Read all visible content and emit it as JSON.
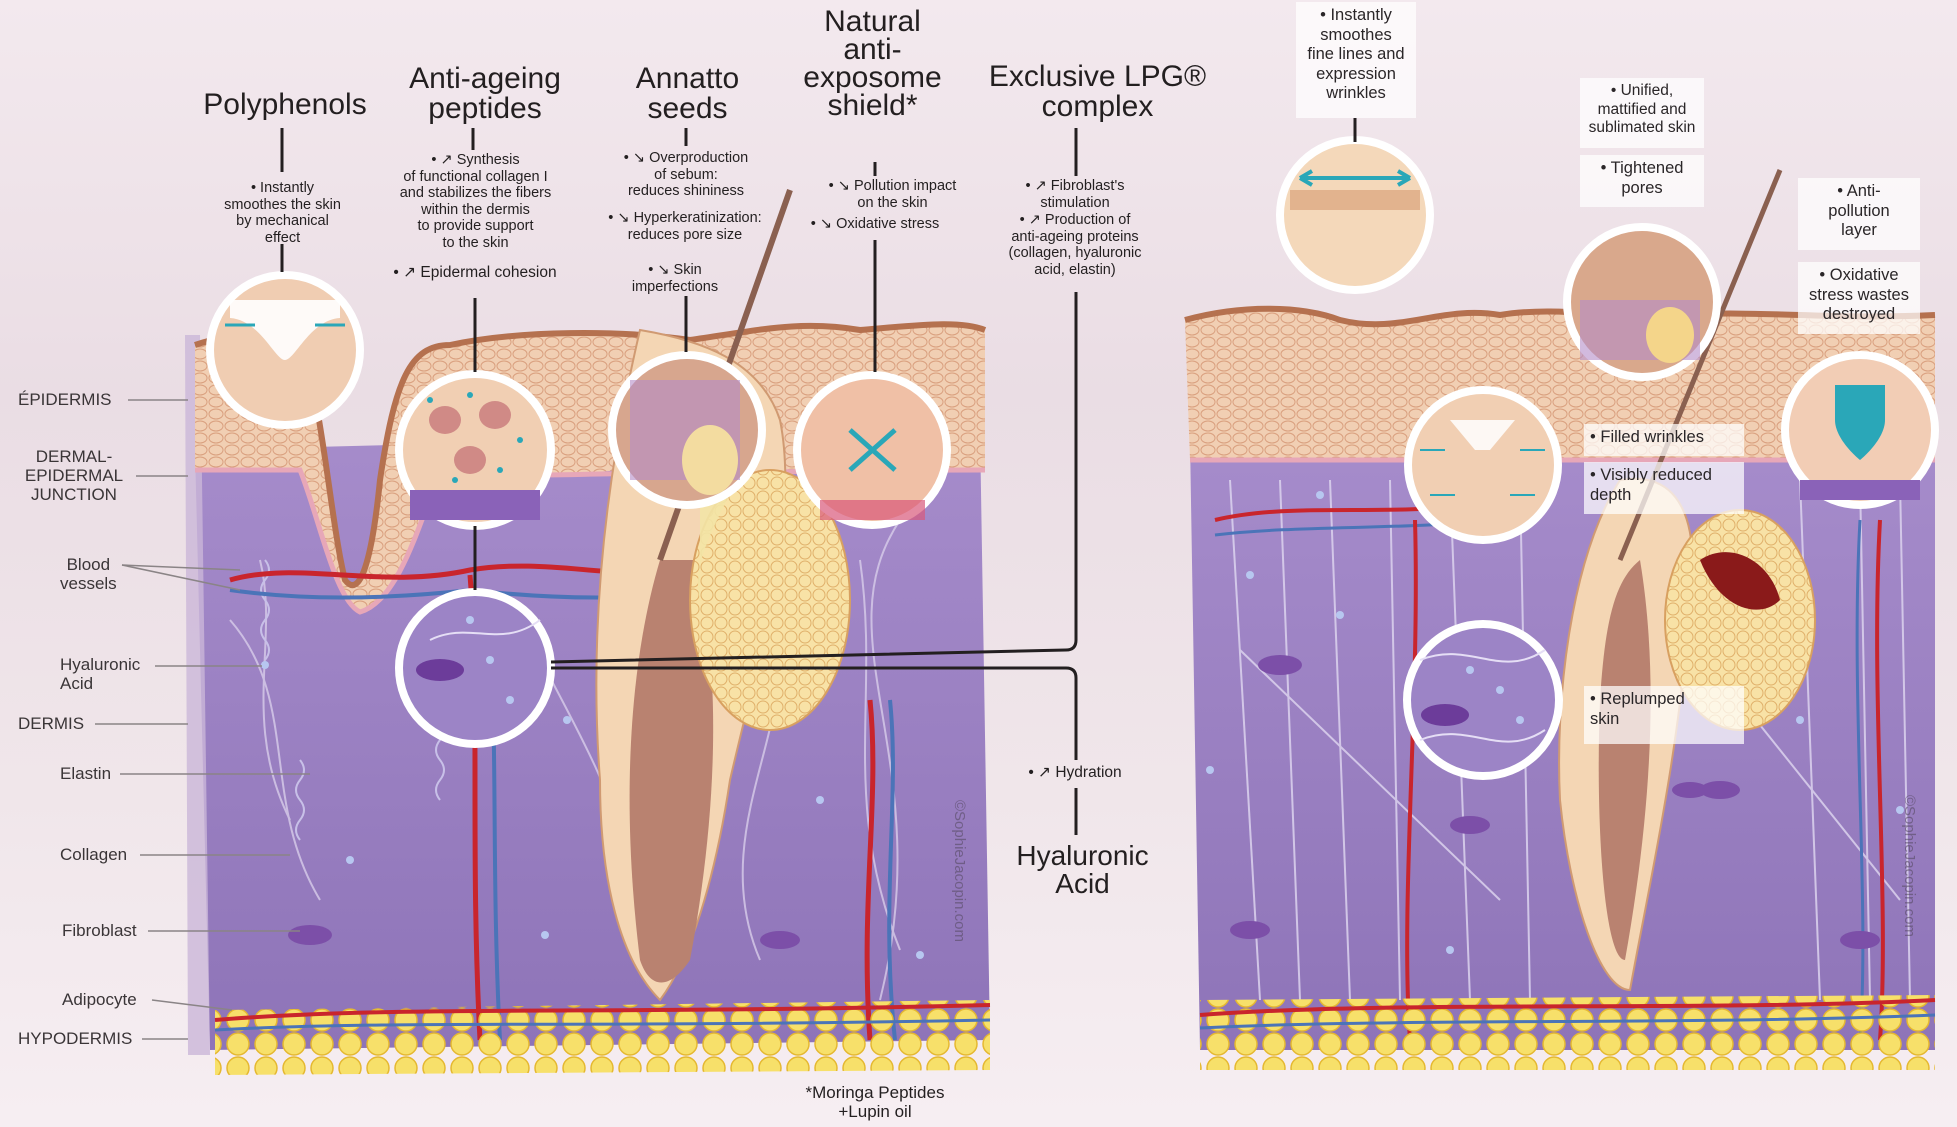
{
  "headings": [
    {
      "id": "polyphenols",
      "lines": [
        "Polyphenols"
      ]
    },
    {
      "id": "peptides",
      "lines": [
        "Anti-ageing",
        "peptides"
      ]
    },
    {
      "id": "annatto",
      "lines": [
        "Annatto",
        "seeds"
      ]
    },
    {
      "id": "shield",
      "lines": [
        "Natural",
        "anti-",
        "exposome",
        "shield*"
      ]
    },
    {
      "id": "lpg",
      "lines": [
        "Exclusive LPG®",
        "complex"
      ]
    },
    {
      "id": "hyaluronic",
      "lines": [
        "Hyaluronic",
        "Acid"
      ]
    }
  ],
  "notes": {
    "polyphenols": [
      "• Instantly",
      "smoothes the skin",
      "by mechanical",
      "effect"
    ],
    "peptides_a": [
      "• ↗ Synthesis",
      "of functional collagen I",
      "and stabilizes the fibers",
      "within the dermis",
      "to provide support",
      "to the skin"
    ],
    "peptides_b": [
      "• ↗ Epidermal cohesion"
    ],
    "annatto_a": [
      "• ↘ Overproduction",
      "of sebum:",
      "reduces shininess"
    ],
    "annatto_b": [
      "• ↘ Hyperkeratinization:",
      "reduces pore size"
    ],
    "annatto_c": [
      "• ↘ Skin",
      "imperfections"
    ],
    "shield_a": [
      "• ↘ Pollution impact",
      "on the skin"
    ],
    "shield_b": [
      "• ↘ Oxidative stress"
    ],
    "lpg_a": [
      "• ↗ Fibroblast's",
      "stimulation"
    ],
    "lpg_b": [
      "• ↗ Production of",
      "anti-ageing proteins",
      "(collagen, hyaluronic",
      "acid, elastin)"
    ],
    "hyaluronic": [
      "• ↗ Hydration"
    ]
  },
  "side_labels": [
    {
      "id": "epidermis",
      "lines": [
        "ÉPIDERMIS"
      ]
    },
    {
      "id": "dej",
      "lines": [
        "DERMAL-",
        "EPIDERMAL",
        "JUNCTION"
      ]
    },
    {
      "id": "blood",
      "lines": [
        "Blood",
        "vessels"
      ]
    },
    {
      "id": "ha",
      "lines": [
        "Hyaluronic",
        "Acid"
      ]
    },
    {
      "id": "dermis",
      "lines": [
        "DERMIS"
      ]
    },
    {
      "id": "elastin",
      "lines": [
        "Elastin"
      ]
    },
    {
      "id": "collagen",
      "lines": [
        "Collagen"
      ]
    },
    {
      "id": "fibroblast",
      "lines": [
        "Fibroblast"
      ]
    },
    {
      "id": "adipocyte",
      "lines": [
        "Adipocyte"
      ]
    },
    {
      "id": "hypodermis",
      "lines": [
        "HYPODERMIS"
      ]
    }
  ],
  "result_boxes": [
    {
      "id": "smooth",
      "lines": [
        "• Instantly",
        "smoothes",
        "fine lines and",
        "expression",
        "wrinkles"
      ]
    },
    {
      "id": "unified",
      "lines": [
        "• Unified,",
        "mattified and",
        "sublimated skin"
      ]
    },
    {
      "id": "tightened",
      "lines": [
        "• Tightened",
        "pores"
      ]
    },
    {
      "id": "antipollution",
      "lines": [
        "• Anti-",
        "pollution",
        "layer"
      ]
    },
    {
      "id": "oxidative",
      "lines": [
        "• Oxidative",
        "stress wastes",
        "destroyed"
      ]
    },
    {
      "id": "filled",
      "lines": [
        "• Filled wrinkles"
      ]
    },
    {
      "id": "depth",
      "lines": [
        "• Visibly reduced",
        "depth"
      ]
    },
    {
      "id": "replumped",
      "lines": [
        "• Replumped",
        "skin"
      ]
    }
  ],
  "footnote": [
    "*Moringa Peptides",
    "+Lupin oil"
  ],
  "credit": "©SophieJacopin.com",
  "colors": {
    "dermis": "#9b83c4",
    "epidermis": "#e8b796",
    "vessel_red": "#c9252c",
    "vessel_blue": "#4b74b8",
    "adipocyte": "#f5dc5a",
    "accent_teal": "#2aa7b8"
  }
}
